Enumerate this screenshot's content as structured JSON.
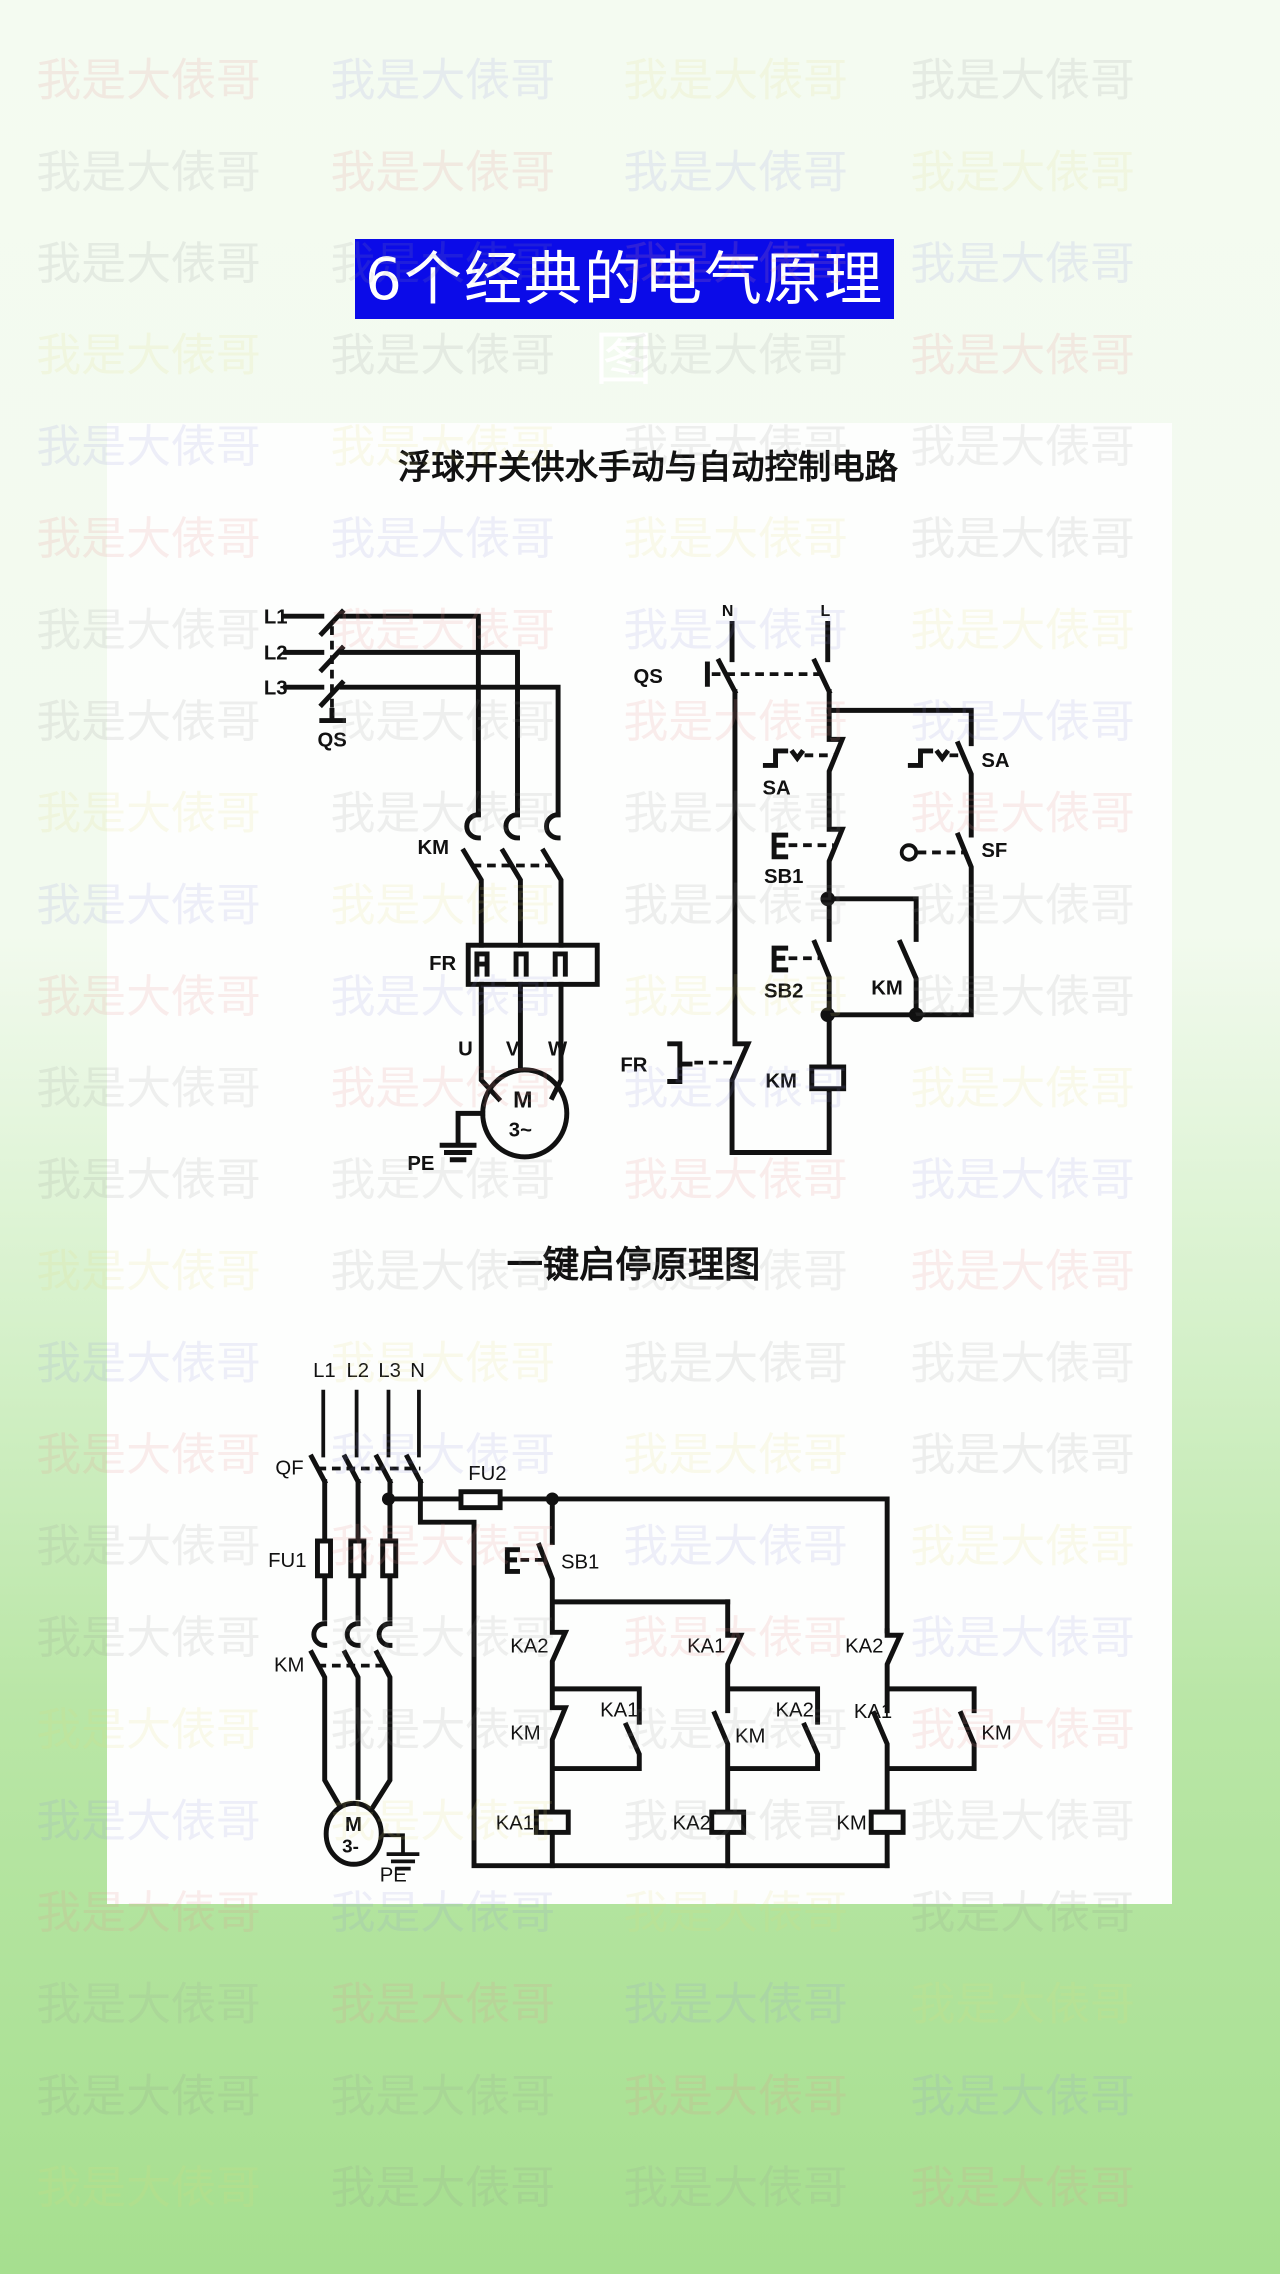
{
  "header": {
    "title": "6个经典的电气原理图"
  },
  "watermark": {
    "text": "我是大俵哥"
  },
  "diagram1": {
    "title": "浮球开关供水手动与自动控制电路",
    "main": {
      "L1": "L1",
      "L2": "L2",
      "L3": "L3",
      "QS": "QS",
      "KM": "KM",
      "FR": "FR",
      "U": "U",
      "V": "V",
      "W": "W",
      "M": "M",
      "phase": "3~",
      "PE": "PE"
    },
    "control": {
      "N": "N",
      "L": "L",
      "QS": "QS",
      "SA_left": "SA",
      "SA_right": "SA",
      "SB1": "SB1",
      "SF": "SF",
      "SB2": "SB2",
      "KM_contact": "KM",
      "FR": "FR",
      "KM_coil": "KM"
    }
  },
  "diagram2": {
    "title": "一键启停原理图",
    "main": {
      "L1": "L1",
      "L2": "L2",
      "L3": "L3",
      "N": "N",
      "QF": "QF",
      "FU1": "FU1",
      "FU2": "FU2",
      "KM": "KM",
      "M": "M",
      "phase": "3-",
      "PE": "PE",
      "SB1": "SB1"
    },
    "col1": {
      "nc_top": "KA2",
      "no_parallel": "KA1",
      "nc_main": "KM",
      "coil": "KA1"
    },
    "col2": {
      "nc_top": "KA1",
      "no_parallel": "KA2",
      "no_main": "KM",
      "coil": "KA2"
    },
    "col3": {
      "nc_top": "KA2",
      "no_main": "KA1",
      "no_parallel": "KM",
      "coil": "KM"
    }
  }
}
